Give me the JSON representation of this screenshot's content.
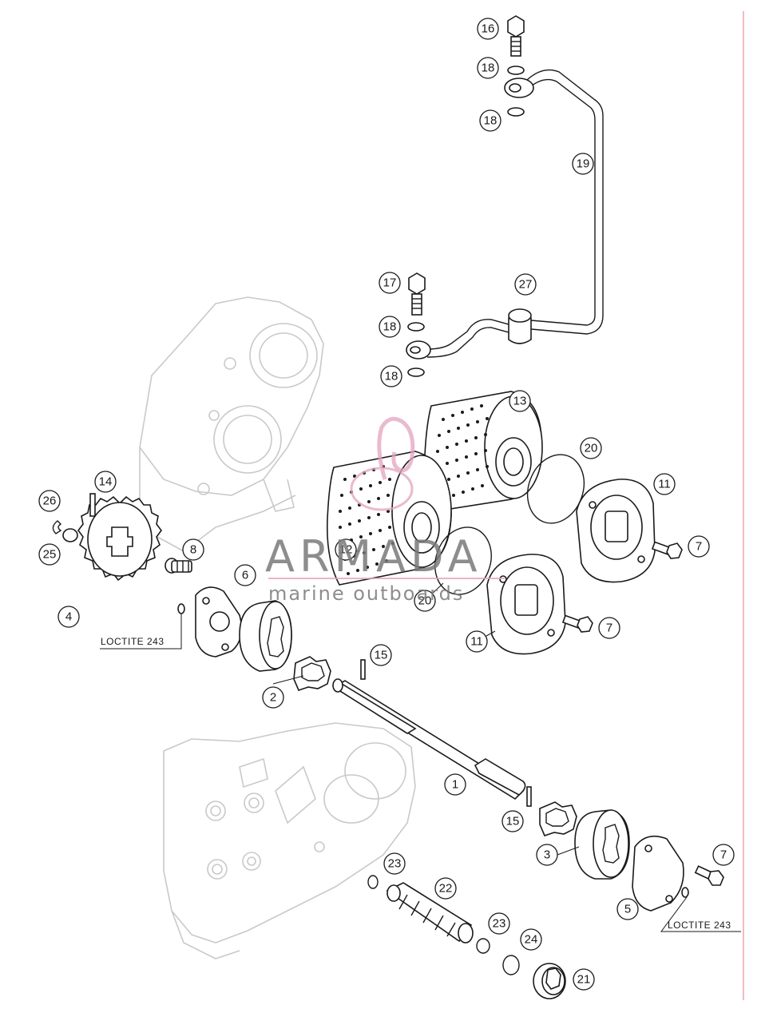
{
  "diagram": {
    "callouts": [
      {
        "id": "c1",
        "label": "1"
      },
      {
        "id": "c2",
        "label": "2"
      },
      {
        "id": "c3",
        "label": "3"
      },
      {
        "id": "c4",
        "label": "4"
      },
      {
        "id": "c5",
        "label": "5"
      },
      {
        "id": "c6",
        "label": "6"
      },
      {
        "id": "c7a",
        "label": "7"
      },
      {
        "id": "c7b",
        "label": "7"
      },
      {
        "id": "c7c",
        "label": "7"
      },
      {
        "id": "c8",
        "label": "8"
      },
      {
        "id": "c11a",
        "label": "11"
      },
      {
        "id": "c11b",
        "label": "11"
      },
      {
        "id": "c12",
        "label": "12"
      },
      {
        "id": "c13",
        "label": "13"
      },
      {
        "id": "c14",
        "label": "14"
      },
      {
        "id": "c15a",
        "label": "15"
      },
      {
        "id": "c15b",
        "label": "15"
      },
      {
        "id": "c16",
        "label": "16"
      },
      {
        "id": "c17",
        "label": "17"
      },
      {
        "id": "c18a",
        "label": "18"
      },
      {
        "id": "c18b",
        "label": "18"
      },
      {
        "id": "c18c",
        "label": "18"
      },
      {
        "id": "c18d",
        "label": "18"
      },
      {
        "id": "c19",
        "label": "19"
      },
      {
        "id": "c20a",
        "label": "20"
      },
      {
        "id": "c20b",
        "label": "20"
      },
      {
        "id": "c21",
        "label": "21"
      },
      {
        "id": "c22",
        "label": "22"
      },
      {
        "id": "c23a",
        "label": "23"
      },
      {
        "id": "c23b",
        "label": "23"
      },
      {
        "id": "c24",
        "label": "24"
      },
      {
        "id": "c25",
        "label": "25"
      },
      {
        "id": "c26",
        "label": "26"
      },
      {
        "id": "c27",
        "label": "27"
      }
    ],
    "notes": [
      {
        "id": "n1",
        "text": "LOCTITE 243"
      },
      {
        "id": "n2",
        "text": "LOCTITE 243"
      }
    ]
  },
  "watermark": {
    "name": "ARMADA",
    "tagline": "marine outboards",
    "accent_color": "#e3a3be",
    "text_color": "#7a7a7a"
  },
  "colors": {
    "line": "#1a1a1a",
    "ghost": "#c9c9c9",
    "border": "#e8a0a8"
  }
}
